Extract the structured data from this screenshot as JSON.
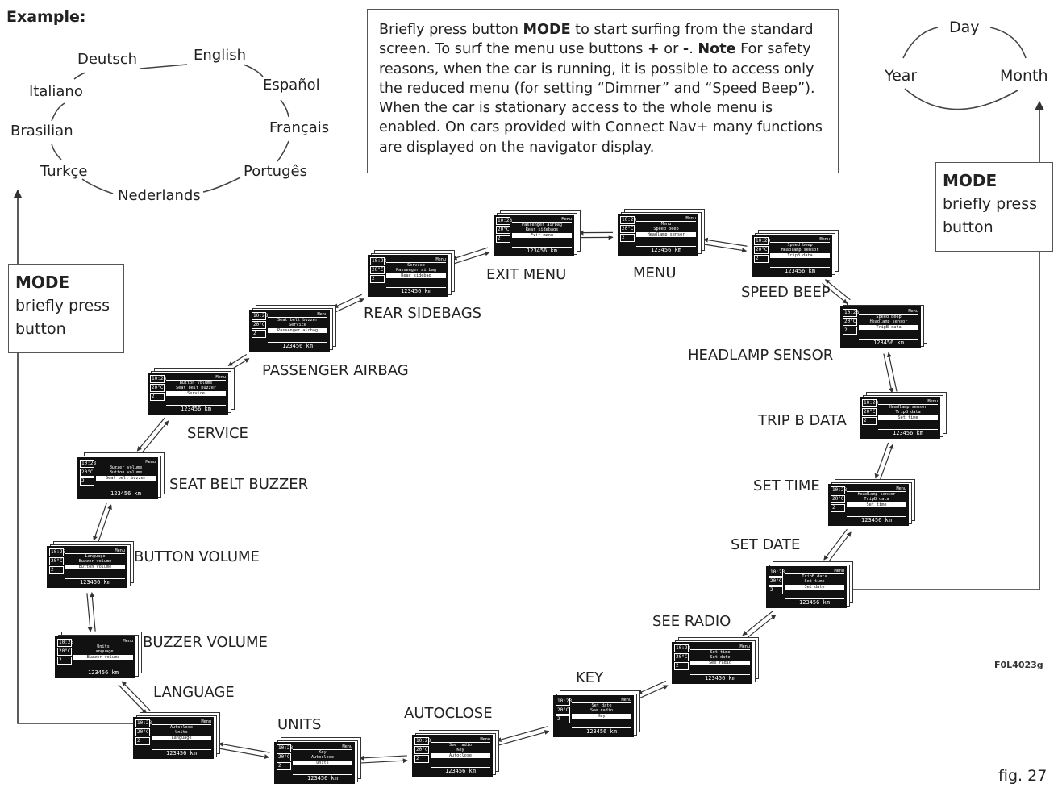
{
  "example": {
    "title": "Example:",
    "languages": [
      "Deutsch",
      "English",
      "Español",
      "Français",
      "Portugês",
      "Nederlands",
      "Turkçe",
      "Brasilian",
      "Italiano"
    ]
  },
  "note": {
    "p1": "Briefly press button ",
    "mode": "MODE",
    "p2": " to start surfing from the standard screen. To surf the menu use buttons ",
    "plus": "+",
    "or": " or ",
    "minus": "-",
    "p3": ". ",
    "note_word": "Note",
    "p4": "  For safety reasons, when the car is running, it is possible to access only the reduced menu (for setting “Dimmer” and “Speed Beep”). When the car is stationary access to the whole menu is enabled. On cars provided with Connect Nav+ many functions are displayed on the navigator display."
  },
  "cycle": {
    "items": [
      "Day",
      "Month",
      "Year"
    ]
  },
  "mode_left": {
    "title": "MODE",
    "line1": "briefly press",
    "line2": "button"
  },
  "mode_right": {
    "title": "MODE",
    "line1": "briefly press",
    "line2": "button"
  },
  "stages": [
    {
      "label": "EXIT MENU",
      "lines": [
        "Passenger airbag",
        "Rear sidebags",
        "Exit menu"
      ]
    },
    {
      "label": "MENU",
      "lines": [
        "Menu",
        "Speed beep",
        "Headlamp sensor"
      ]
    },
    {
      "label": "SPEED BEEP",
      "lines": [
        "Speed beep",
        "Headlamp sensor",
        "TripB data"
      ]
    },
    {
      "label": "HEADLAMP SENSOR",
      "lines": [
        "Speed beep",
        "Headlamp sensor",
        "TripB data"
      ]
    },
    {
      "label": "TRIP B DATA",
      "lines": [
        "Headlamp sensor",
        "TripB data",
        "Set time"
      ]
    },
    {
      "label": "SET TIME",
      "lines": [
        "Headlamp sensor",
        "TripB data",
        "Set time"
      ]
    },
    {
      "label": "SET DATE",
      "lines": [
        "TripB data",
        "Set time",
        "Set date"
      ]
    },
    {
      "label": "SEE RADIO",
      "lines": [
        "Set time",
        "Set date",
        "See radio"
      ]
    },
    {
      "label": "KEY",
      "lines": [
        "Set date",
        "See radio",
        "Key"
      ]
    },
    {
      "label": "AUTOCLOSE",
      "lines": [
        "See radio",
        "Key",
        "Autoclose"
      ]
    },
    {
      "label": "UNITS",
      "lines": [
        "Key",
        "Autoclose",
        "Units"
      ]
    },
    {
      "label": "LANGUAGE",
      "lines": [
        "Autoclose",
        "Units",
        "Language"
      ]
    },
    {
      "label": "BUZZER VOLUME",
      "lines": [
        "Units",
        "Language",
        "Buzzer volume"
      ]
    },
    {
      "label": "BUTTON VOLUME",
      "lines": [
        "Language",
        "Buzzer volume",
        "Button volume"
      ]
    },
    {
      "label": "SEAT BELT BUZZER",
      "lines": [
        "Buzzer volume",
        "Button volume",
        "Seat belt buzzer"
      ]
    },
    {
      "label": "SERVICE",
      "lines": [
        "Button volume",
        "Seat belt buzzer",
        "Service"
      ]
    },
    {
      "label": "PASSENGER AIRBAG",
      "lines": [
        "Seat belt buzzer",
        "Service",
        "Passenger airbag"
      ]
    },
    {
      "label": "REAR SIDEBAGS",
      "lines": [
        "Service",
        "Passenger airbag",
        "Rear sidebag"
      ]
    }
  ],
  "screen": {
    "time": "10:28",
    "temp": "20°C",
    "gear": "2",
    "menu": "Menu",
    "odo": "123456 km"
  },
  "figure_code": "F0L4023g",
  "figure_label": "fig. 27"
}
